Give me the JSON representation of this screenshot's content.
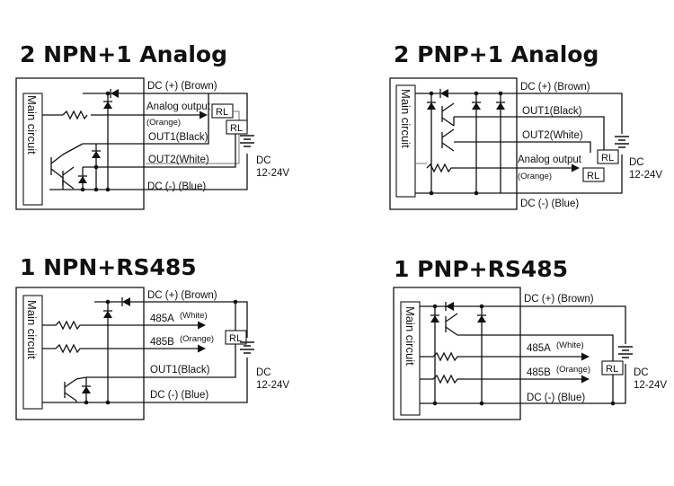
{
  "colors": {
    "line": "#111111",
    "background": "#ffffff",
    "thin_wire": "#777777"
  },
  "panels": [
    {
      "title": "2 NPN+1 Analog",
      "main_circuit": "Main circuit",
      "dc_plus": "DC (+) (Brown)",
      "analog_output": "Analog output",
      "analog_color": "(Orange)",
      "out1": "OUT1(Black)",
      "out2": "OUT2(White)",
      "dc_minus": "DC (-) (Blue)",
      "load": "RL",
      "supply": "DC",
      "voltage": "12-24V"
    },
    {
      "title": "2 PNP+1 Analog",
      "main_circuit": "Main circuit",
      "dc_plus": "DC (+) (Brown)",
      "out1": "OUT1(Black)",
      "out2": "OUT2(White)",
      "analog_output": "Analog output",
      "analog_color": "(Orange)",
      "dc_minus": "DC (-) (Blue)",
      "load": "RL",
      "supply": "DC",
      "voltage": "12-24V"
    },
    {
      "title": "1 NPN+RS485",
      "main_circuit": "Main circuit",
      "dc_plus": "DC (+) (Brown)",
      "a485": "485A",
      "a485_color": "(White)",
      "b485": "485B",
      "b485_color": "(Orange)",
      "out1": "OUT1(Black)",
      "dc_minus": "DC (-) (Blue)",
      "load": "RL",
      "supply": "DC",
      "voltage": "12-24V"
    },
    {
      "title": "1 PNP+RS485",
      "main_circuit": "Main circuit",
      "dc_plus": "DC (+) (Brown)",
      "a485": "485A",
      "a485_color": "(White)",
      "b485": "485B",
      "b485_color": "(Orange)",
      "dc_minus": "DC (-) (Blue)",
      "load": "RL",
      "supply": "DC",
      "voltage": "12-24V"
    }
  ]
}
